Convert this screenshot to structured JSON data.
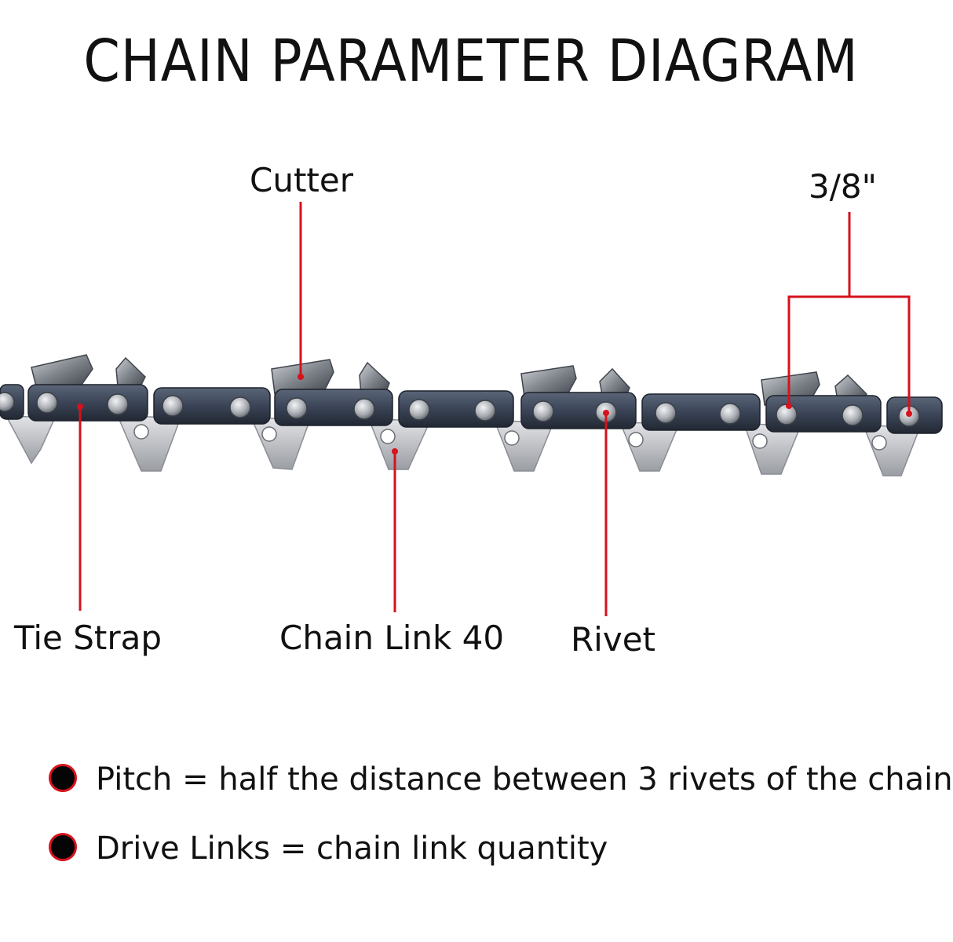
{
  "title": "CHAIN PARAMETER DIAGRAM",
  "labels": {
    "cutter": "Cutter",
    "pitch_size": "3/8\"",
    "tie_strap": "Tie Strap",
    "chain_link": "Chain Link 40",
    "rivet": "Rivet"
  },
  "notes": [
    "Pitch = half the distance between 3 rivets of the chain",
    "Drive Links = chain link quantity"
  ],
  "colors": {
    "leader": "#d6121c",
    "strap": "#3f4a5c",
    "strap_dark": "#252c38",
    "drive_link": "#c9cbcf",
    "rivet": "#b9bcc1",
    "cutter": "#9ea3aa",
    "bullet_fill": "#050505",
    "bullet_ring": "#d6121c"
  }
}
